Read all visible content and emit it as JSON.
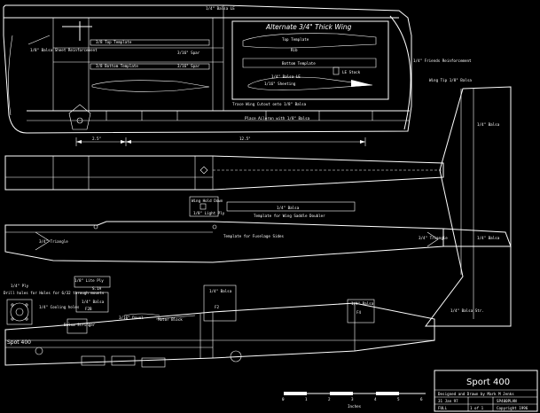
{
  "title_block": {
    "title": "Sport 400",
    "designer": "Designed and Drawn by  Mark M Jenks",
    "date": "31 Jan 97",
    "sheet": "1 of 1",
    "size": "FULL",
    "copyright": "Copyright 1996",
    "drawing_no": "SP400PLAN"
  },
  "wing_template_panel": {
    "title": "Alternate 3/4\" Thick Wing",
    "labels": {
      "top_template": "Top Template",
      "bottom_template": "Bottom Template",
      "balsa_le": "1/4\" Balsa LE",
      "sheeting": "1/16\" Sheeting",
      "le_stock": "LE Stock",
      "rib": "Rib"
    }
  },
  "wing_top_labels": {
    "balsa_le": "1/4\" Balsa LE",
    "balsa_reinforcement": "1/8\" Balsa Sheet Reinforcement",
    "top_template": "3/8 Top Template",
    "bottom_template": "3/8 Bottom Template",
    "spar": "3/16\" Spar",
    "friends_reinforcement": "1/4\" Friends Reinforcement",
    "wing_tip": "Wing Tip 1/8\" Balsa",
    "cutout": "Trace Wing Cutout onto 1/8\" Balsa",
    "place": "Place Aileron with 1/8\" Balsa"
  },
  "dimensions": {
    "left": "2.5\"",
    "right": "12.5\""
  },
  "fuselage_labels": {
    "wing_hold_down": "Wing Hold Down",
    "light_ply": "1/8\" Light Ply",
    "balsa_strip": "1/4\" Balsa",
    "wing_saddle_template": "Template for Wing Saddle Doubler",
    "triangle_left": "3/4\" Triangle",
    "triangle_right": "3/4\" Triangle",
    "fuselage_template": "Template for Fuselage Sides",
    "stab_balsa": "1/4\" Balsa",
    "fin_balsa": "1/4\" Balsa",
    "fin_strip": "1/4\" Balsa Str."
  },
  "side_view_labels": {
    "light_ply": "1/8\" Lite Ply",
    "ply": "1/4\" Ply",
    "drill_note": "Drill holes for Holes for 6/32 through mounts",
    "sl_a": "S.1A",
    "cooling": "1/4\" Cooling holes",
    "balsa_top": "1/4\" Balsa",
    "f2b": "F2B",
    "dowel": "3/16\" Dowel",
    "balsa_f2": "1/4\" Balsa",
    "f2": "F2",
    "f4": "F4",
    "hinge": "1/4\" Balsa",
    "motor_block": "Motor Block",
    "balsa_stringer": "Balsa Stringer",
    "spot_label": "Spot 400"
  },
  "scale_bar": {
    "label": "Inches",
    "ticks": [
      "0",
      "1",
      "2",
      "3",
      "4",
      "5",
      "6"
    ]
  }
}
